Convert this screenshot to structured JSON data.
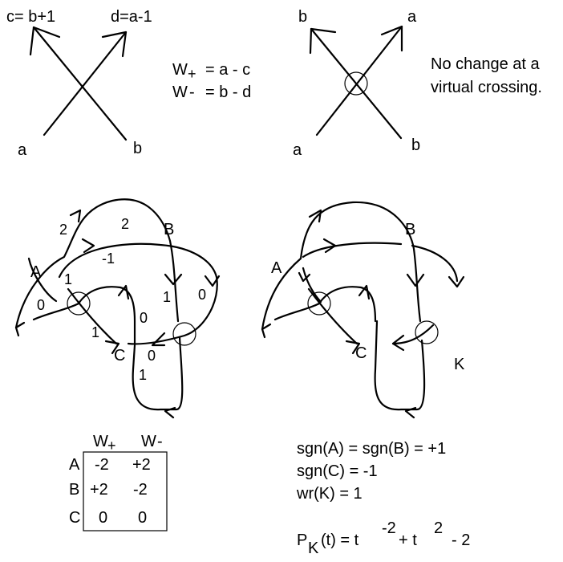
{
  "crossing_real": {
    "label_top_left": "c= b+1",
    "label_top_right": "d=a-1",
    "label_bottom_left": "a",
    "label_bottom_right": "b"
  },
  "formulas": {
    "w_plus": {
      "lhs": "W",
      "sub": "+",
      "rhs": "= a - c"
    },
    "w_minus": {
      "lhs": "W",
      "sub": "-",
      "rhs": "= b - d"
    }
  },
  "crossing_virtual": {
    "label_top_left": "b",
    "label_top_right": "a",
    "label_bottom_left": "a",
    "label_bottom_right": "b",
    "note_line1": "No change at a",
    "note_line2": "virtual crossing."
  },
  "knot_left": {
    "crossing_labels": {
      "a": "A",
      "b": "B",
      "c": "C"
    },
    "arc_weights": [
      "2",
      "2",
      "-1",
      "1",
      "0",
      "0",
      "1",
      "0",
      "1",
      "0",
      "1"
    ]
  },
  "knot_right": {
    "crossing_labels": {
      "a": "A",
      "b": "B",
      "c": "C"
    },
    "knot_name": "K"
  },
  "weights_table": {
    "columns": [
      {
        "lhs": "W",
        "sub": "+"
      },
      {
        "lhs": "W",
        "sub": "-"
      }
    ],
    "rows": [
      {
        "label": "A",
        "values": [
          "-2",
          "+2"
        ]
      },
      {
        "label": "B",
        "values": [
          "+2",
          "-2"
        ]
      },
      {
        "label": "C",
        "values": [
          "0",
          "0"
        ]
      }
    ]
  },
  "results": {
    "sgn_ab": "sgn(A) = sgn(B) = +1",
    "sgn_c": "sgn(C) = -1",
    "writhe": "wr(K) = 1",
    "poly": {
      "P": "P",
      "sub": "K",
      "args": "(t) = t",
      "exp1": "-2",
      "plus_t": "+ t",
      "exp2": "2",
      "tail": "- 2"
    }
  }
}
